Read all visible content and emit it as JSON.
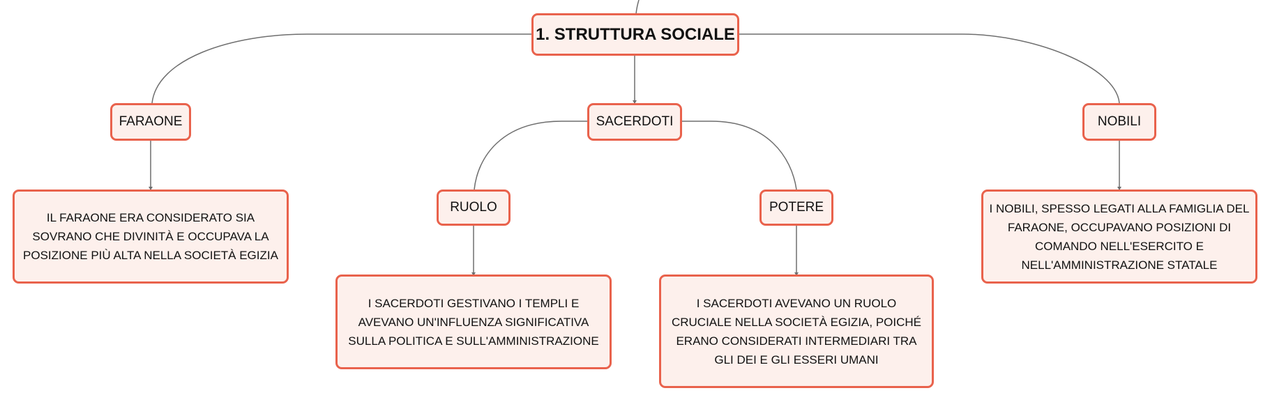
{
  "diagram": {
    "root": {
      "label": "1. STRUTTURA SOCIALE"
    },
    "faraone": {
      "label": "FARAONE",
      "description": "IL FARAONE ERA CONSIDERATO SIA SOVRANO CHE DIVINITÀ E OCCUPAVA LA POSIZIONE PIÙ ALTA NELLA SOCIETÀ EGIZIA"
    },
    "sacerdoti": {
      "label": "SACERDOTI",
      "ruolo": {
        "label": "RUOLO",
        "description": "I SACERDOTI GESTIVANO I TEMPLI E AVEVANO UN'INFLUENZA SIGNIFICATIVA SULLA POLITICA E SULL'AMMINISTRAZIONE"
      },
      "potere": {
        "label": "POTERE",
        "description": "I SACERDOTI AVEVANO UN RUOLO CRUCIALE NELLA SOCIETÀ EGIZIA, POICHÉ ERANO CONSIDERATI INTERMEDIARI TRA GLI DEI E GLI ESSERI UMANI"
      }
    },
    "nobili": {
      "label": "NOBILI",
      "description": "I NOBILI, SPESSO LEGATI ALLA FAMIGLIA DEL FARAONE, OCCUPAVANO POSIZIONI DI COMANDO NELL'ESERCITO E NELL'AMMINISTRAZIONE STATALE"
    }
  }
}
